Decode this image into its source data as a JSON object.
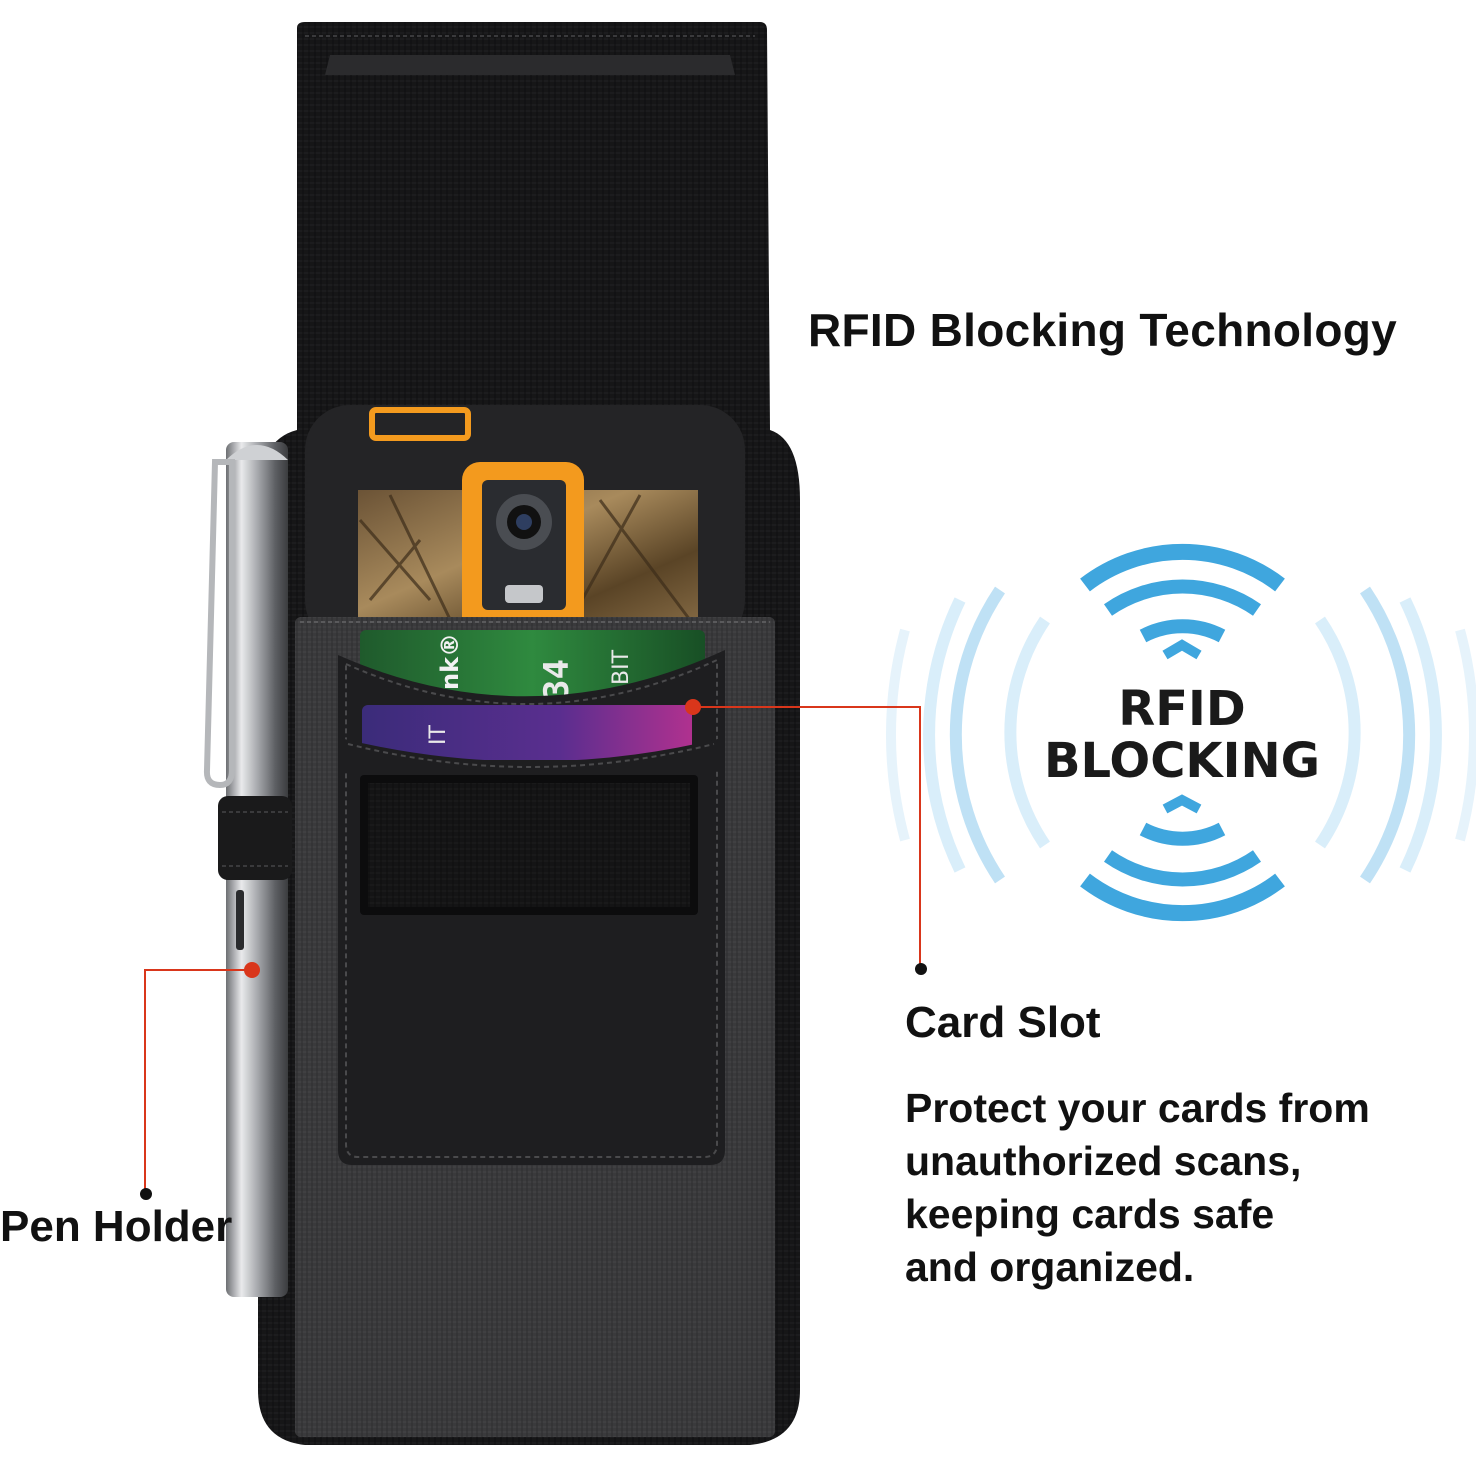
{
  "headline": "RFID Blocking Technology",
  "badge": {
    "line1": "RFID",
    "line2": "BLOCKING"
  },
  "card_slot": {
    "label": "Card Slot",
    "description": [
      "Protect your cards from",
      "unauthorized scans,",
      "keeping cards safe",
      "and organized."
    ]
  },
  "pen_holder": {
    "label": "Pen Holder"
  },
  "cards": {
    "green_text": "nk®",
    "green_digits": "34",
    "green_word": "BIT",
    "purple_text": "IT"
  },
  "colors": {
    "callout": "#d9361b",
    "signal": "#3fa6de",
    "signal_light": "#cfe8f7",
    "case": "#1c1c1e",
    "accent_orange": "#f39a1e"
  }
}
